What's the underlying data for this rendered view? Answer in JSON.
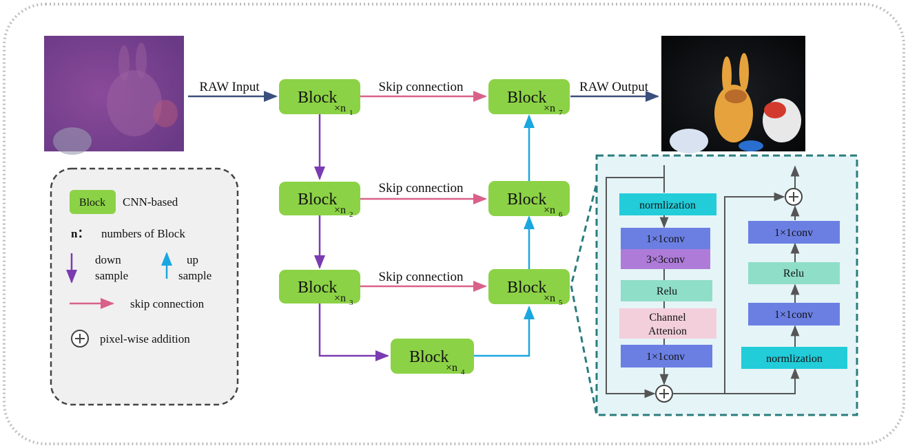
{
  "colors": {
    "block_green": "#8CD246",
    "skip_pink": "#D9608A",
    "down_purple": "#7A3BB0",
    "up_blue": "#1AA7E0",
    "io_navy": "#3B4F7E",
    "cyan_norm": "#22CCD9",
    "conv_blue": "#6B7FE3",
    "conv_purple": "#AE7BD9",
    "relu_mint": "#8FDEC8",
    "attention_pink": "#F3CFDC",
    "detail_bg": "#E4F4F7",
    "detail_border": "#2A7C7C",
    "legend_bg": "#F0F0F0"
  },
  "main": {
    "raw_input_label": "RAW Input",
    "raw_output_label": "RAW Output",
    "skip_labels": [
      "Skip connection",
      "Skip connection",
      "Skip connection"
    ],
    "blocks": [
      {
        "label": "Block",
        "sub": "×n",
        "idx": "1"
      },
      {
        "label": "Block",
        "sub": "×n",
        "idx": "2"
      },
      {
        "label": "Block",
        "sub": "×n",
        "idx": "3"
      },
      {
        "label": "Block",
        "sub": "×n",
        "idx": "4"
      },
      {
        "label": "Block",
        "sub": "×n",
        "idx": "5"
      },
      {
        "label": "Block",
        "sub": "×n",
        "idx": "6"
      },
      {
        "label": "Block",
        "sub": "×n",
        "idx": "7"
      }
    ]
  },
  "legend": {
    "block_swatch": "Block",
    "block_desc": "CNN-based",
    "n_key": "n：",
    "n_desc": "numbers of Block",
    "down": [
      "down",
      "sample"
    ],
    "up": [
      "up",
      "sample"
    ],
    "skip_desc": "skip connection",
    "add_desc": "pixel-wise addition"
  },
  "detail": {
    "left": [
      "normlization",
      "1×1conv",
      "3×3conv",
      "Relu",
      "Channel",
      "Attenion",
      "1×1conv"
    ],
    "right": [
      "1×1conv",
      "Relu",
      "1×1conv",
      "normlization"
    ]
  }
}
